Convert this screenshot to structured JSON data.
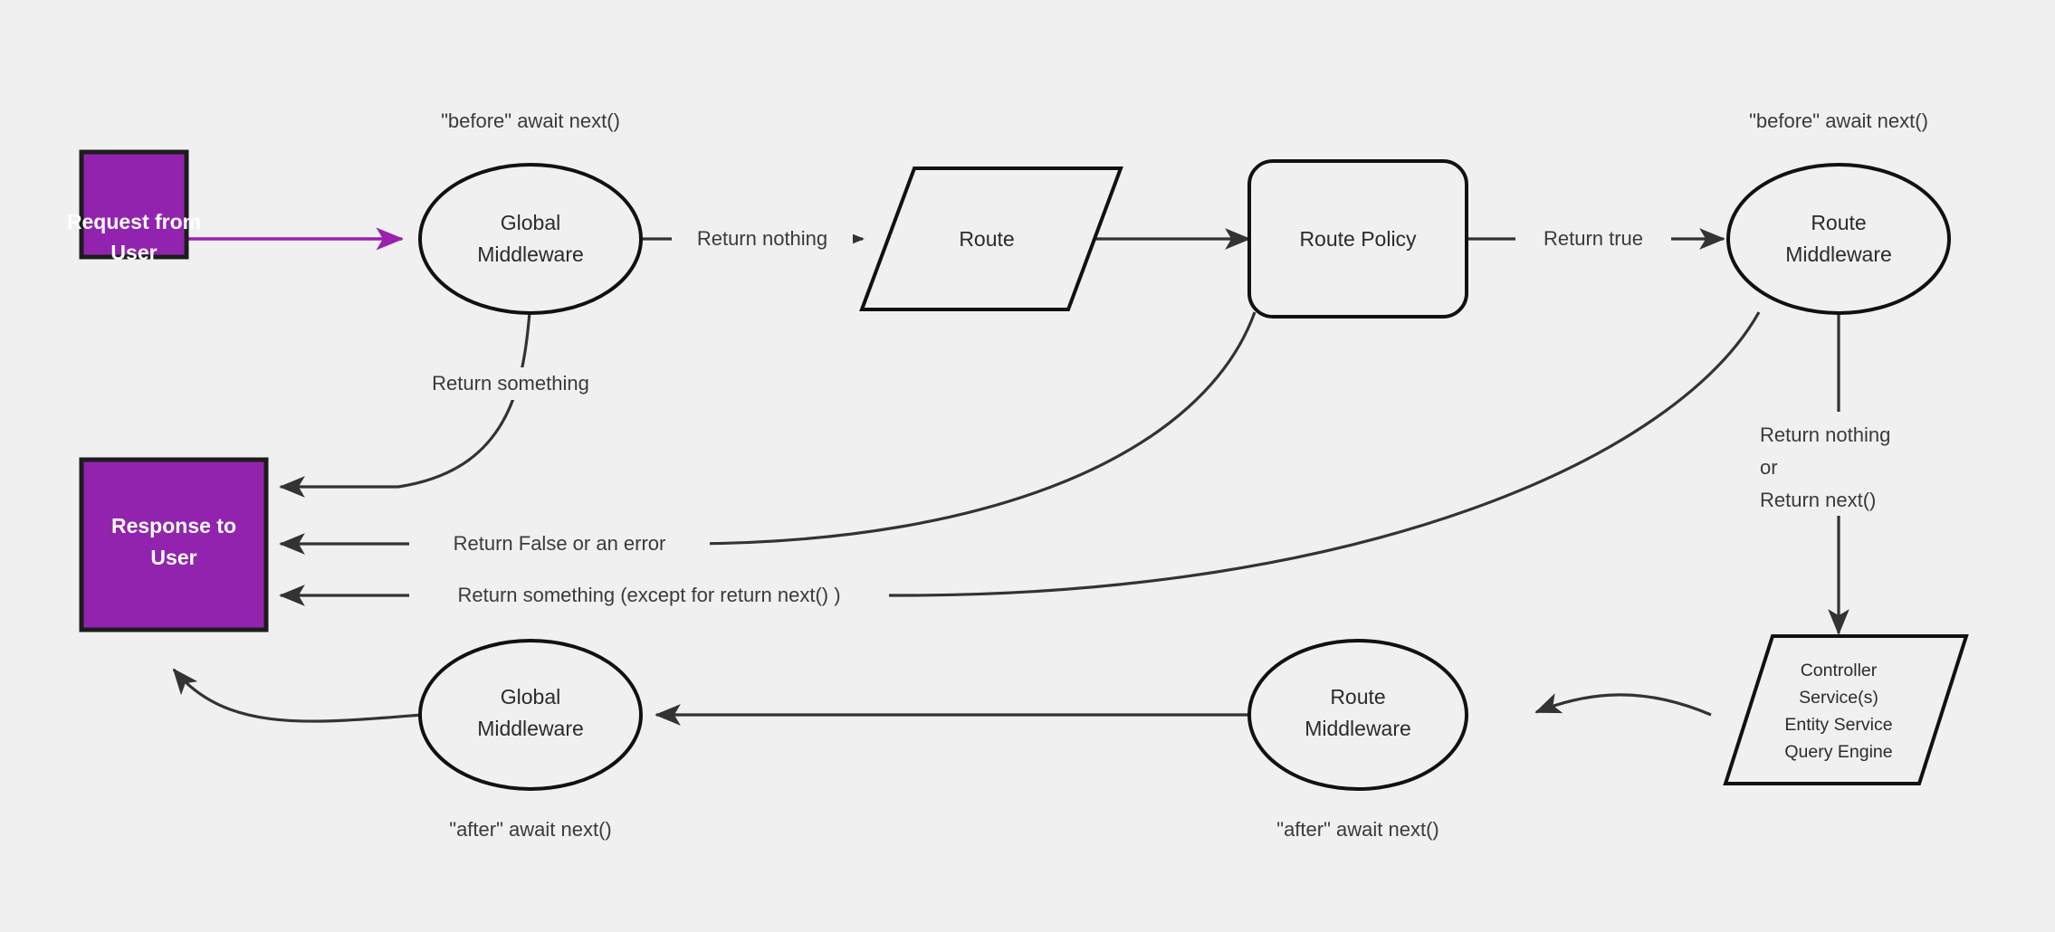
{
  "diagram": {
    "title": "Strapi request lifecycle middleware flow",
    "background_color": "#f0f0f0",
    "accent_color": "#9223af",
    "stroke_color": "#333333",
    "nodes": {
      "request_from_user": {
        "label_line1": "Request from",
        "label_line2": "User",
        "shape": "rectangle",
        "fill": "#9223af"
      },
      "response_to_user": {
        "label_line1": "Response to",
        "label_line2": "User",
        "shape": "rectangle",
        "fill": "#9223af"
      },
      "global_middleware_before": {
        "label_line1": "Global",
        "label_line2": "Middleware",
        "shape": "ellipse"
      },
      "route": {
        "label": "Route",
        "shape": "parallelogram"
      },
      "route_policy": {
        "label": "Route Policy",
        "shape": "rounded-rectangle"
      },
      "route_middleware_before": {
        "label_line1": "Route",
        "label_line2": "Middleware",
        "shape": "ellipse"
      },
      "controller_services": {
        "line1": "Controller",
        "line2": "Service(s)",
        "line3": "Entity Service",
        "line4": "Query Engine",
        "shape": "parallelogram"
      },
      "route_middleware_after": {
        "label_line1": "Route",
        "label_line2": "Middleware",
        "shape": "ellipse"
      },
      "global_middleware_after": {
        "label_line1": "Global",
        "label_line2": "Middleware",
        "shape": "ellipse"
      }
    },
    "annotations": {
      "before_await_next_global": "\"before\" await next()",
      "before_await_next_route": "\"before\" await next()",
      "after_await_next_global": "\"after\" await next()",
      "after_await_next_route": "\"after\" await next()"
    },
    "edge_labels": {
      "return_nothing": "Return nothing",
      "return_true": "Return true",
      "return_something": "Return something",
      "return_false_or_error": "Return False or an error",
      "return_something_except_next": "Return something (except for return next() )",
      "return_nothing_or_next_line1": "Return nothing",
      "return_nothing_or_next_line2": "or",
      "return_nothing_or_next_line3": "Return next()"
    }
  }
}
